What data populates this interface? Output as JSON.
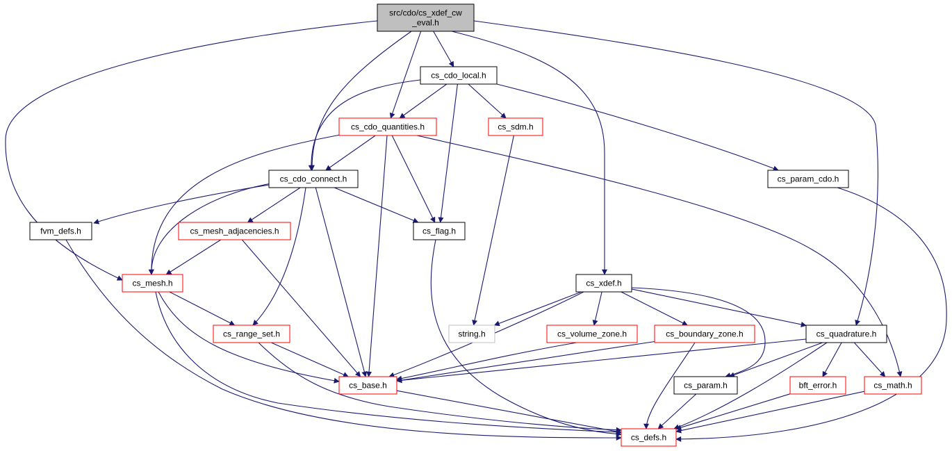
{
  "colors": {
    "edge": "#191970",
    "node_default_border": "#000000",
    "node_red_border": "#ff0000",
    "node_gray_border": "#bfbfbf",
    "root_fill": "#bfbfbf",
    "node_fill": "#ffffff"
  },
  "graph": {
    "nodes": [
      {
        "id": "root",
        "label": [
          "src/cdo/cs_xdef_cw",
          "_eval.h"
        ],
        "style": "root"
      },
      {
        "id": "cdo_local",
        "label": [
          "cs_cdo_local.h"
        ],
        "style": "default"
      },
      {
        "id": "cdo_quantities",
        "label": [
          "cs_cdo_quantities.h"
        ],
        "style": "red"
      },
      {
        "id": "sdm",
        "label": [
          "cs_sdm.h"
        ],
        "style": "red"
      },
      {
        "id": "cdo_connect",
        "label": [
          "cs_cdo_connect.h"
        ],
        "style": "default"
      },
      {
        "id": "param_cdo",
        "label": [
          "cs_param_cdo.h"
        ],
        "style": "default"
      },
      {
        "id": "fvm_defs",
        "label": [
          "fvm_defs.h"
        ],
        "style": "default"
      },
      {
        "id": "mesh_adj",
        "label": [
          "cs_mesh_adjacencies.h"
        ],
        "style": "red"
      },
      {
        "id": "flag",
        "label": [
          "cs_flag.h"
        ],
        "style": "default"
      },
      {
        "id": "mesh",
        "label": [
          "cs_mesh.h"
        ],
        "style": "red"
      },
      {
        "id": "xdef",
        "label": [
          "cs_xdef.h"
        ],
        "style": "default"
      },
      {
        "id": "string",
        "label": [
          "string.h"
        ],
        "style": "gray"
      },
      {
        "id": "range_set",
        "label": [
          "cs_range_set.h"
        ],
        "style": "red"
      },
      {
        "id": "volume_zone",
        "label": [
          "cs_volume_zone.h"
        ],
        "style": "red"
      },
      {
        "id": "boundary_zone",
        "label": [
          "cs_boundary_zone.h"
        ],
        "style": "red"
      },
      {
        "id": "quadrature",
        "label": [
          "cs_quadrature.h"
        ],
        "style": "default"
      },
      {
        "id": "base",
        "label": [
          "cs_base.h"
        ],
        "style": "red"
      },
      {
        "id": "param",
        "label": [
          "cs_param.h"
        ],
        "style": "default"
      },
      {
        "id": "bft_error",
        "label": [
          "bft_error.h"
        ],
        "style": "red"
      },
      {
        "id": "math",
        "label": [
          "cs_math.h"
        ],
        "style": "red"
      },
      {
        "id": "defs",
        "label": [
          "cs_defs.h"
        ],
        "style": "red"
      }
    ],
    "edges": [
      {
        "from": "root",
        "to": "cdo_local"
      },
      {
        "from": "root",
        "to": "cdo_quantities"
      },
      {
        "from": "root",
        "to": "cdo_connect"
      },
      {
        "from": "root",
        "to": "mesh"
      },
      {
        "from": "root",
        "to": "xdef"
      },
      {
        "from": "root",
        "to": "quadrature"
      },
      {
        "from": "cdo_local",
        "to": "cdo_quantities"
      },
      {
        "from": "cdo_local",
        "to": "sdm"
      },
      {
        "from": "cdo_local",
        "to": "cdo_connect"
      },
      {
        "from": "cdo_local",
        "to": "flag"
      },
      {
        "from": "cdo_local",
        "to": "param_cdo"
      },
      {
        "from": "cdo_quantities",
        "to": "cdo_connect"
      },
      {
        "from": "cdo_quantities",
        "to": "flag"
      },
      {
        "from": "cdo_quantities",
        "to": "mesh"
      },
      {
        "from": "cdo_quantities",
        "to": "base"
      },
      {
        "from": "cdo_quantities",
        "to": "math"
      },
      {
        "from": "sdm",
        "to": "string"
      },
      {
        "from": "cdo_connect",
        "to": "fvm_defs"
      },
      {
        "from": "cdo_connect",
        "to": "mesh_adj"
      },
      {
        "from": "cdo_connect",
        "to": "flag"
      },
      {
        "from": "cdo_connect",
        "to": "mesh"
      },
      {
        "from": "cdo_connect",
        "to": "range_set"
      },
      {
        "from": "cdo_connect",
        "to": "base"
      },
      {
        "from": "param_cdo",
        "to": "defs"
      },
      {
        "from": "fvm_defs",
        "to": "defs"
      },
      {
        "from": "mesh_adj",
        "to": "mesh"
      },
      {
        "from": "mesh_adj",
        "to": "base"
      },
      {
        "from": "flag",
        "to": "defs"
      },
      {
        "from": "mesh",
        "to": "range_set"
      },
      {
        "from": "mesh",
        "to": "base"
      },
      {
        "from": "mesh",
        "to": "defs"
      },
      {
        "from": "xdef",
        "to": "string"
      },
      {
        "from": "xdef",
        "to": "volume_zone"
      },
      {
        "from": "xdef",
        "to": "boundary_zone"
      },
      {
        "from": "xdef",
        "to": "quadrature"
      },
      {
        "from": "xdef",
        "to": "param"
      },
      {
        "from": "xdef",
        "to": "base"
      },
      {
        "from": "range_set",
        "to": "base"
      },
      {
        "from": "range_set",
        "to": "defs"
      },
      {
        "from": "volume_zone",
        "to": "base"
      },
      {
        "from": "boundary_zone",
        "to": "base"
      },
      {
        "from": "boundary_zone",
        "to": "defs"
      },
      {
        "from": "quadrature",
        "to": "base"
      },
      {
        "from": "quadrature",
        "to": "param"
      },
      {
        "from": "quadrature",
        "to": "bft_error"
      },
      {
        "from": "quadrature",
        "to": "math"
      },
      {
        "from": "quadrature",
        "to": "defs"
      },
      {
        "from": "base",
        "to": "defs"
      },
      {
        "from": "param",
        "to": "defs"
      },
      {
        "from": "bft_error",
        "to": "defs"
      },
      {
        "from": "math",
        "to": "defs"
      }
    ]
  }
}
